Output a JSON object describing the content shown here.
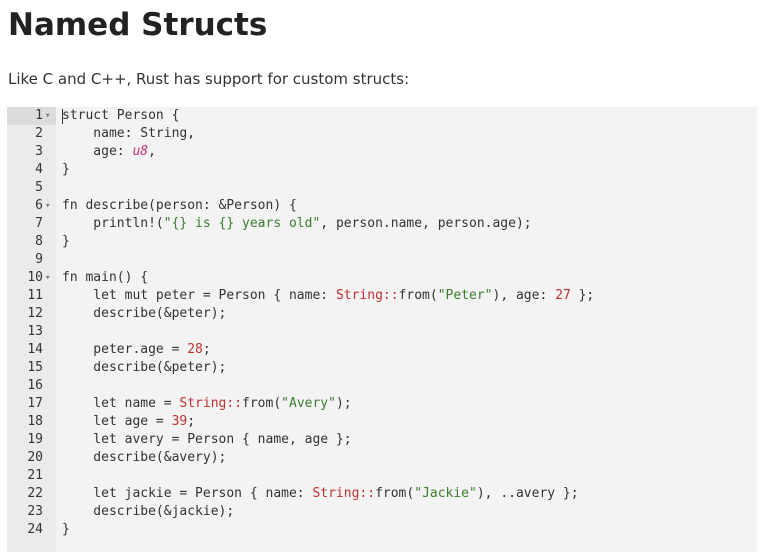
{
  "title": "Named Structs",
  "intro": "Like C and C++, Rust has support for custom structs:",
  "editor": {
    "fold_glyph": "▾",
    "lines": [
      {
        "n": "1",
        "fold": true,
        "tokens": [
          {
            "t": "struct Person {"
          }
        ]
      },
      {
        "n": "2",
        "fold": false,
        "tokens": [
          {
            "t": "    name: String,"
          }
        ]
      },
      {
        "n": "3",
        "fold": false,
        "tokens": [
          {
            "t": "    age: "
          },
          {
            "t": "u8",
            "c": "type"
          },
          {
            "t": ","
          }
        ]
      },
      {
        "n": "4",
        "fold": false,
        "tokens": [
          {
            "t": "}"
          }
        ]
      },
      {
        "n": "5",
        "fold": false,
        "tokens": []
      },
      {
        "n": "6",
        "fold": true,
        "tokens": [
          {
            "t": "fn describe(person: &Person) {"
          }
        ]
      },
      {
        "n": "7",
        "fold": false,
        "tokens": [
          {
            "t": "    println!("
          },
          {
            "t": "\"{} is {} years old\"",
            "c": "str"
          },
          {
            "t": ", person.name, person.age);"
          }
        ]
      },
      {
        "n": "8",
        "fold": false,
        "tokens": [
          {
            "t": "}"
          }
        ]
      },
      {
        "n": "9",
        "fold": false,
        "tokens": []
      },
      {
        "n": "10",
        "fold": true,
        "tokens": [
          {
            "t": "fn main() {"
          }
        ]
      },
      {
        "n": "11",
        "fold": false,
        "tokens": [
          {
            "t": "    let mut peter = Person { name: "
          },
          {
            "t": "String::",
            "c": "ns"
          },
          {
            "t": "from("
          },
          {
            "t": "\"Peter\"",
            "c": "str"
          },
          {
            "t": "), age: "
          },
          {
            "t": "27",
            "c": "num"
          },
          {
            "t": " };"
          }
        ]
      },
      {
        "n": "12",
        "fold": false,
        "tokens": [
          {
            "t": "    describe(&peter);"
          }
        ]
      },
      {
        "n": "13",
        "fold": false,
        "tokens": []
      },
      {
        "n": "14",
        "fold": false,
        "tokens": [
          {
            "t": "    peter.age = "
          },
          {
            "t": "28",
            "c": "num"
          },
          {
            "t": ";"
          }
        ]
      },
      {
        "n": "15",
        "fold": false,
        "tokens": [
          {
            "t": "    describe(&peter);"
          }
        ]
      },
      {
        "n": "16",
        "fold": false,
        "tokens": []
      },
      {
        "n": "17",
        "fold": false,
        "tokens": [
          {
            "t": "    let name = "
          },
          {
            "t": "String::",
            "c": "ns"
          },
          {
            "t": "from("
          },
          {
            "t": "\"Avery\"",
            "c": "str"
          },
          {
            "t": ");"
          }
        ]
      },
      {
        "n": "18",
        "fold": false,
        "tokens": [
          {
            "t": "    let age = "
          },
          {
            "t": "39",
            "c": "num"
          },
          {
            "t": ";"
          }
        ]
      },
      {
        "n": "19",
        "fold": false,
        "tokens": [
          {
            "t": "    let avery = Person { name, age };"
          }
        ]
      },
      {
        "n": "20",
        "fold": false,
        "tokens": [
          {
            "t": "    describe(&avery);"
          }
        ]
      },
      {
        "n": "21",
        "fold": false,
        "tokens": []
      },
      {
        "n": "22",
        "fold": false,
        "tokens": [
          {
            "t": "    let jackie = Person { name: "
          },
          {
            "t": "String::",
            "c": "ns"
          },
          {
            "t": "from("
          },
          {
            "t": "\"Jackie\"",
            "c": "str"
          },
          {
            "t": "), ..avery };"
          }
        ]
      },
      {
        "n": "23",
        "fold": false,
        "tokens": [
          {
            "t": "    describe(&jackie);"
          }
        ]
      },
      {
        "n": "24",
        "fold": false,
        "tokens": [
          {
            "t": "}"
          }
        ]
      }
    ]
  },
  "colors": {
    "type": "#c6317a",
    "string": "#3a7d2c",
    "number": "#c03030",
    "editor_bg": "#f3f3f3",
    "gutter_bg": "#ebebeb"
  }
}
